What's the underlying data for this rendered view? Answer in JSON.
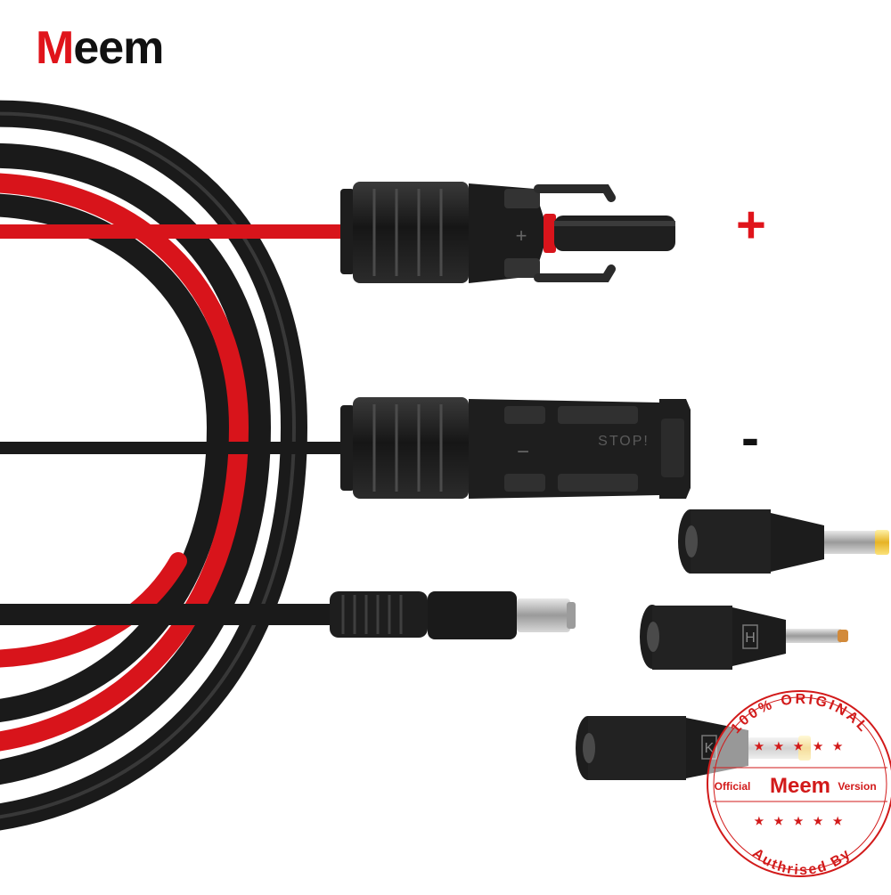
{
  "brand": {
    "first_letter": "M",
    "rest": "eem"
  },
  "polarity": {
    "positive": "+",
    "negative": "-"
  },
  "connector_marks": {
    "male_symbol": "+",
    "female_symbol": "−",
    "stop_label": "STOP!"
  },
  "adapter_marks": {
    "adapter2": "H",
    "adapter3": "K"
  },
  "seal": {
    "top_arc": "100% ORIGINAL",
    "official": "Official",
    "brand": "Meem",
    "version": "Version",
    "bottom_arc": "Authrised By",
    "stars": "★ ★ ★ ★ ★"
  },
  "colors": {
    "brand_red": "#e0141b",
    "cable_black": "#1a1a1a",
    "cable_red": "#d8141b",
    "seal_red": "#d21a1a",
    "adapter_tip": "#f2c230"
  }
}
